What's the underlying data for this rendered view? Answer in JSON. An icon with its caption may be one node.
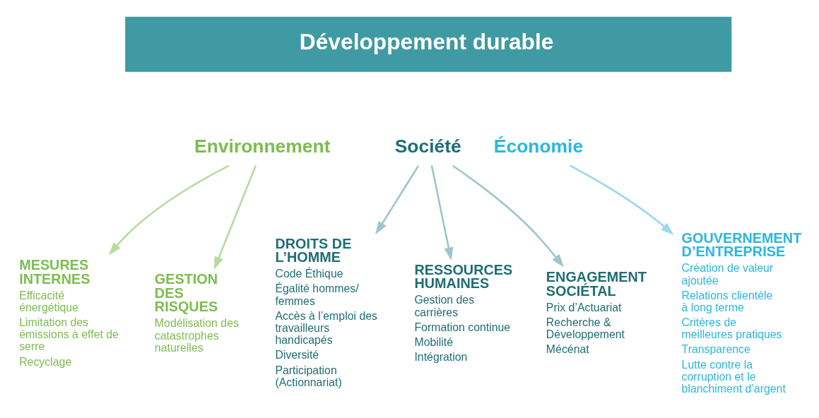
{
  "diagram": {
    "nodes": [
      {
        "text": [
          "Développement durable"
        ]
      },
      {
        "text": [
          "Environnement"
        ]
      },
      {
        "text": [
          "Société"
        ]
      },
      {
        "text": [
          "Économie"
        ]
      },
      {
        "text": [
          "MESURES INTERNES",
          "Efficacité énergétique",
          "Limitation des émissions à effet de serre",
          "Recyclage"
        ]
      },
      {
        "text": [
          "GESTION DES RISQUES",
          "Modélisation des catastrophes naturelles"
        ]
      },
      {
        "text": [
          "DROITS DE L’HOMME",
          "Code Éthique",
          "Égalité hommes/ femmes",
          "Accès à l’emploi des travailleurs handicapés",
          "Diversité",
          "Participation (Actionnariat)"
        ]
      },
      {
        "text": [
          "RESSOURCES HUMAINES",
          "Gestion des carrières",
          "Formation continue",
          "Mobilité",
          "Intégration"
        ]
      },
      {
        "text": [
          "ENGAGEMENT SOCIÉTAL",
          "Prix d’Actuariat",
          "Recherche & Développement",
          "Mécénat"
        ]
      },
      {
        "text": [
          "GOUVERNEMENT D’ENTREPRISE",
          "Création de valeur ajoutée",
          "Relations clientèle à long terme",
          "Critères de meilleures pratiques",
          "Transparence",
          "Lutte contre la corruption et le blanchiment d’argent"
        ]
      }
    ],
    "edges": [
      {
        "from": 1,
        "to": 4,
        "arrow": "to",
        "color": "#b8dba0"
      },
      {
        "from": 1,
        "to": 5,
        "arrow": "to",
        "color": "#b8dba0"
      },
      {
        "from": 2,
        "to": 6,
        "arrow": "to",
        "color": "#9ec5cc"
      },
      {
        "from": 2,
        "to": 7,
        "arrow": "to",
        "color": "#9ec5cc"
      },
      {
        "from": 2,
        "to": 8,
        "arrow": "to",
        "color": "#9ec5cc"
      },
      {
        "from": 3,
        "to": 9,
        "arrow": "to",
        "color": "#99d8ee"
      }
    ]
  }
}
